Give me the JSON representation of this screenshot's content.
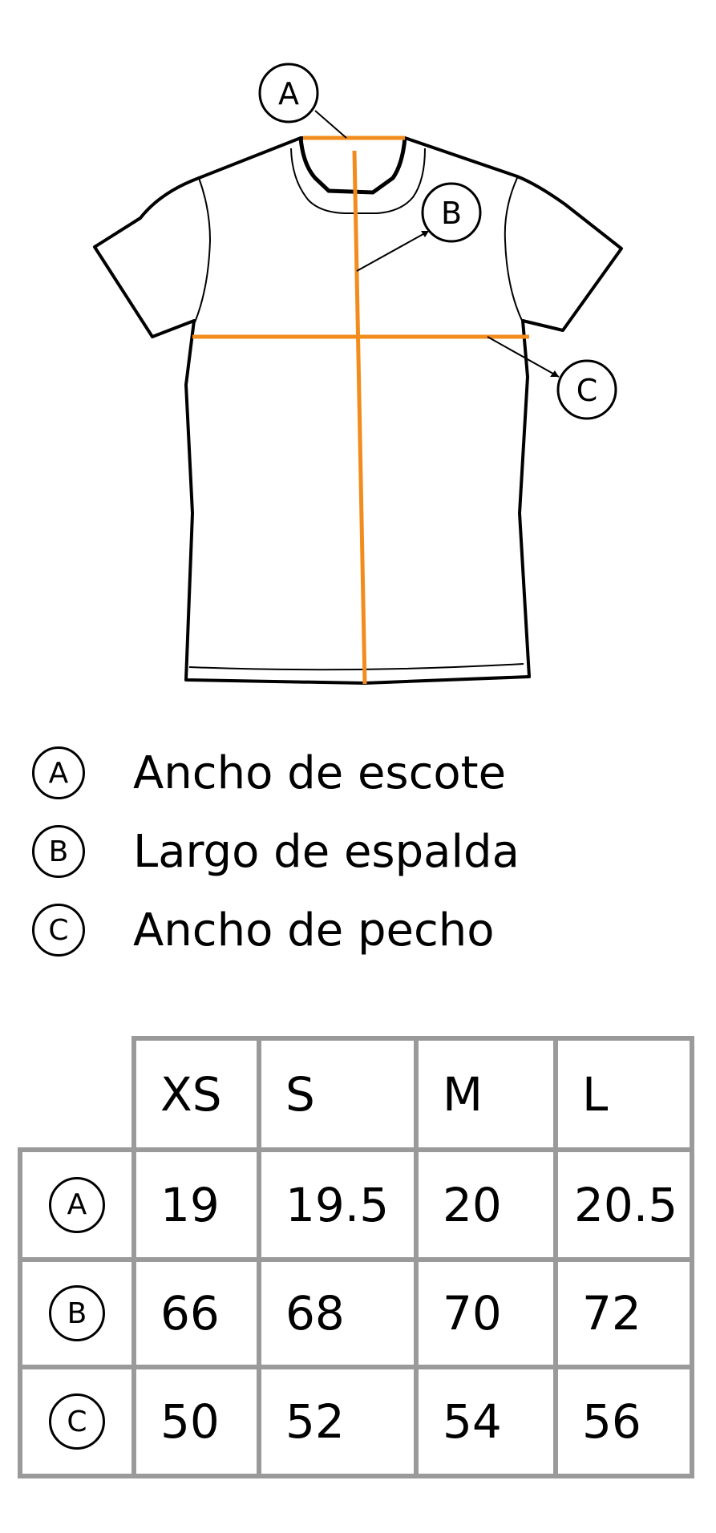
{
  "diagram": {
    "markers": [
      {
        "id": "A",
        "label": "A"
      },
      {
        "id": "B",
        "label": "B"
      },
      {
        "id": "C",
        "label": "C"
      }
    ],
    "colors": {
      "outline": "#000000",
      "measure": "#f28c1c",
      "grid": "#9a9a9a"
    }
  },
  "legend": [
    {
      "marker": "A",
      "label": "Ancho de escote"
    },
    {
      "marker": "B",
      "label": "Largo de espalda"
    },
    {
      "marker": "C",
      "label": "Ancho de pecho"
    }
  ],
  "size_table": {
    "headers": [
      "XS",
      "S",
      "M",
      "L"
    ],
    "rows": [
      {
        "marker": "A",
        "values": [
          "19",
          "19.5",
          "20",
          "20.5"
        ]
      },
      {
        "marker": "B",
        "values": [
          "66",
          "68",
          "70",
          "72"
        ]
      },
      {
        "marker": "C",
        "values": [
          "50",
          "52",
          "54",
          "56"
        ]
      }
    ]
  }
}
